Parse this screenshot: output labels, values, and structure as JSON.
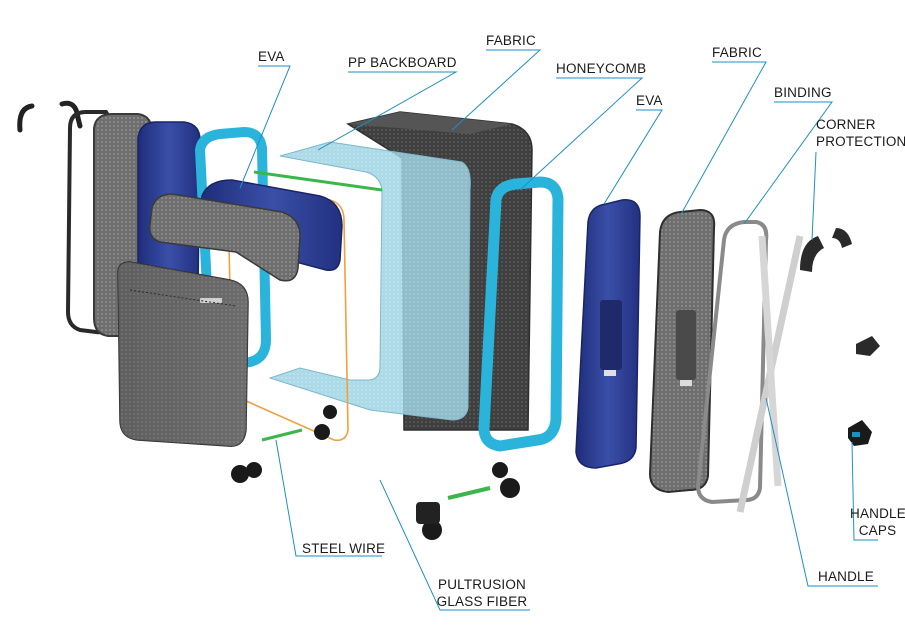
{
  "labels": {
    "eva_left": "EVA",
    "pp_backboard": "PP BACKBOARD",
    "fabric_top": "FABRIC",
    "honeycomb": "HONEYCOMB",
    "eva_right": "EVA",
    "fabric_right": "FABRIC",
    "binding": "BINDING",
    "corner_protection_1": "CORNER",
    "corner_protection_2": "PROTECTION",
    "handle_caps_1": "HANDLE",
    "handle_caps_2": "CAPS",
    "handle": "HANDLE",
    "steel_wire": "STEEL WIRE",
    "pultrusion_1": "PULTRUSION",
    "pultrusion_2": "GLASS FIBER"
  },
  "colors": {
    "leader": "#1e8fc4",
    "navy_eva": "#2e3f93",
    "cyan_honeycomb": "#2ab4dc",
    "pp_backboard": "#8cc8dc",
    "fabric_dark": "#4a4a4a",
    "fabric_light": "#8a8a8a",
    "steel_wire": "#f0a040",
    "glass_fiber": "#3cb64a"
  }
}
